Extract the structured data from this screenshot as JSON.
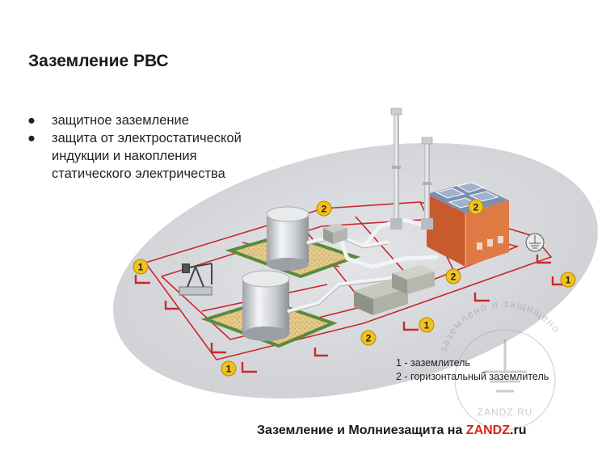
{
  "title": "Заземление РВС",
  "bullets": [
    "защитное заземление",
    "защита от электростатической индукции и накопления статического электричества"
  ],
  "bullet_lines": [
    [
      "защитное заземление"
    ],
    [
      "защита от электростатической",
      "индукции и накопления",
      "статического электричества"
    ]
  ],
  "bullet_marker": "●",
  "markers": {
    "one": "1",
    "two": "2"
  },
  "legend": {
    "item1": "1 - заземлитель",
    "item2": "2 - горизонтальный заземлитель"
  },
  "watermark": {
    "arc_text": "заземлено и защищено",
    "site": "ZANDZ.RU"
  },
  "footer": {
    "prefix": "Заземление и Молниезащита на ",
    "brand": "ZANDZ",
    "suffix": ".ru"
  },
  "colors": {
    "ellipse": "#d6d7db",
    "ground_loop": "#c9282d",
    "marker_fill": "#f2c21b",
    "brand_red": "#d9261c",
    "building": "#d9683a"
  }
}
